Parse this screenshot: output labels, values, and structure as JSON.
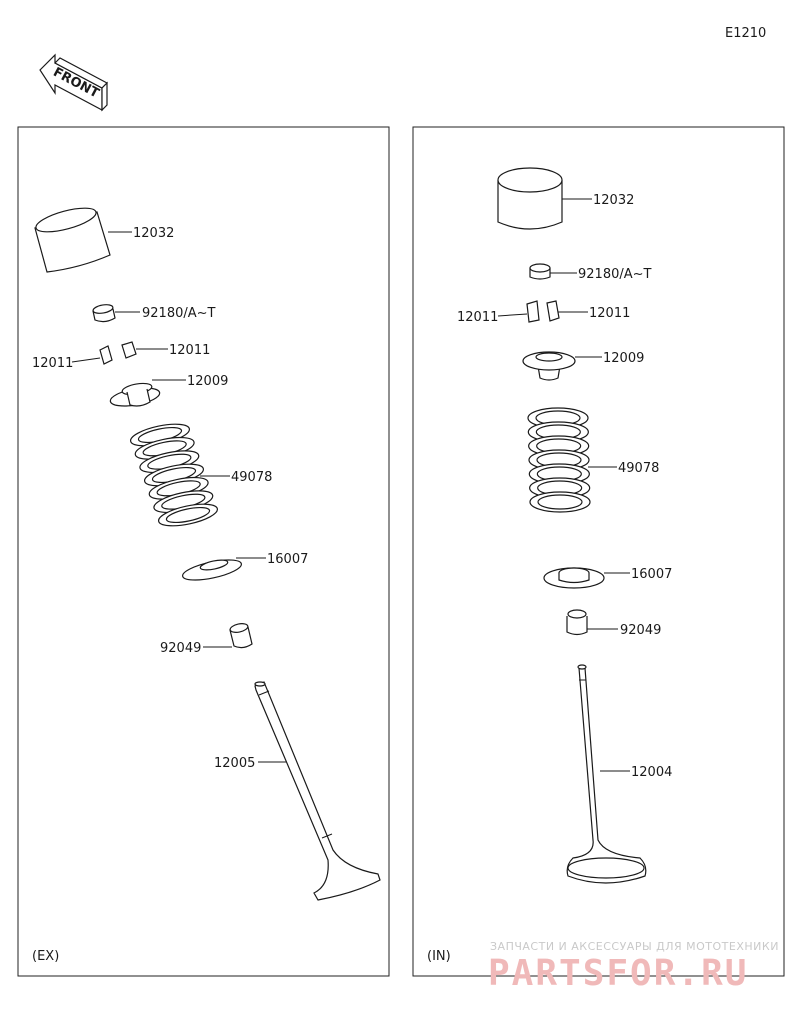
{
  "page_code": "E1210",
  "front_label": "FRONT",
  "panels": {
    "left": {
      "tag": "(EX)",
      "labels": {
        "tappet": "12032",
        "shim": "92180/A~T",
        "cotter_left": "12011",
        "cotter_right": "12011",
        "retainer": "12009",
        "spring": "49078",
        "seat": "16007",
        "seal": "92049",
        "valve": "12005"
      }
    },
    "right": {
      "tag": "(IN)",
      "labels": {
        "tappet": "12032",
        "shim": "92180/A~T",
        "cotter_left": "12011",
        "cotter_right": "12011",
        "retainer": "12009",
        "spring": "49078",
        "seat": "16007",
        "seal": "92049",
        "valve": "12004"
      }
    }
  },
  "watermark": {
    "subtitle": "ЗАПЧАСТИ И АКСЕССУАРЫ ДЛЯ МОТОТЕХНИКИ",
    "brand": "PARTSFOR.RU"
  }
}
